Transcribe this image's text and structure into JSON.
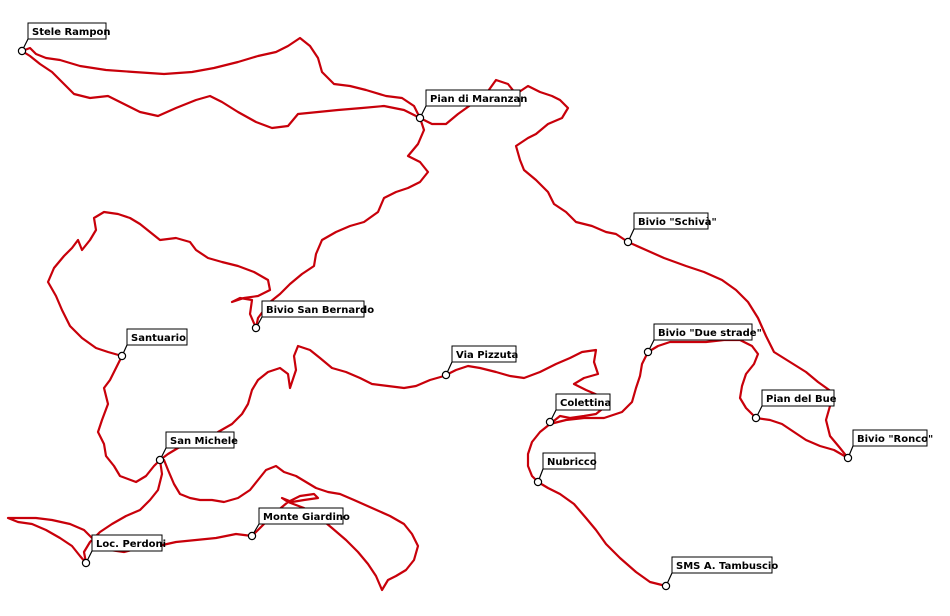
{
  "map": {
    "line_color": "#c8000a",
    "waypoints": [
      {
        "id": "stele-rampon",
        "name": "Stele Rampon"
      },
      {
        "id": "pian-di-maranzan",
        "name": "Pian di Maranzan"
      },
      {
        "id": "bivio-schiva",
        "name": "Bivio \"Schivà\""
      },
      {
        "id": "bivio-san-bernardo",
        "name": "Bivio San Bernardo"
      },
      {
        "id": "santuario",
        "name": "Santuario"
      },
      {
        "id": "bivio-due-strade",
        "name": "Bivio \"Due strade\""
      },
      {
        "id": "via-pizzuta",
        "name": "Via Pizzuta"
      },
      {
        "id": "colettina",
        "name": "Colettina"
      },
      {
        "id": "pian-del-bue",
        "name": "Pian del Bue"
      },
      {
        "id": "bivio-ronco",
        "name": "Bivio \"Ronco\""
      },
      {
        "id": "san-michele",
        "name": "San Michele"
      },
      {
        "id": "nubricco",
        "name": "Nubricco"
      },
      {
        "id": "monte-giardino",
        "name": "Monte Giardino"
      },
      {
        "id": "loc-perdoni",
        "name": "Loc. Perdoni"
      },
      {
        "id": "sms-a-tambuscio",
        "name": "SMS A. Tambuscio"
      }
    ]
  }
}
